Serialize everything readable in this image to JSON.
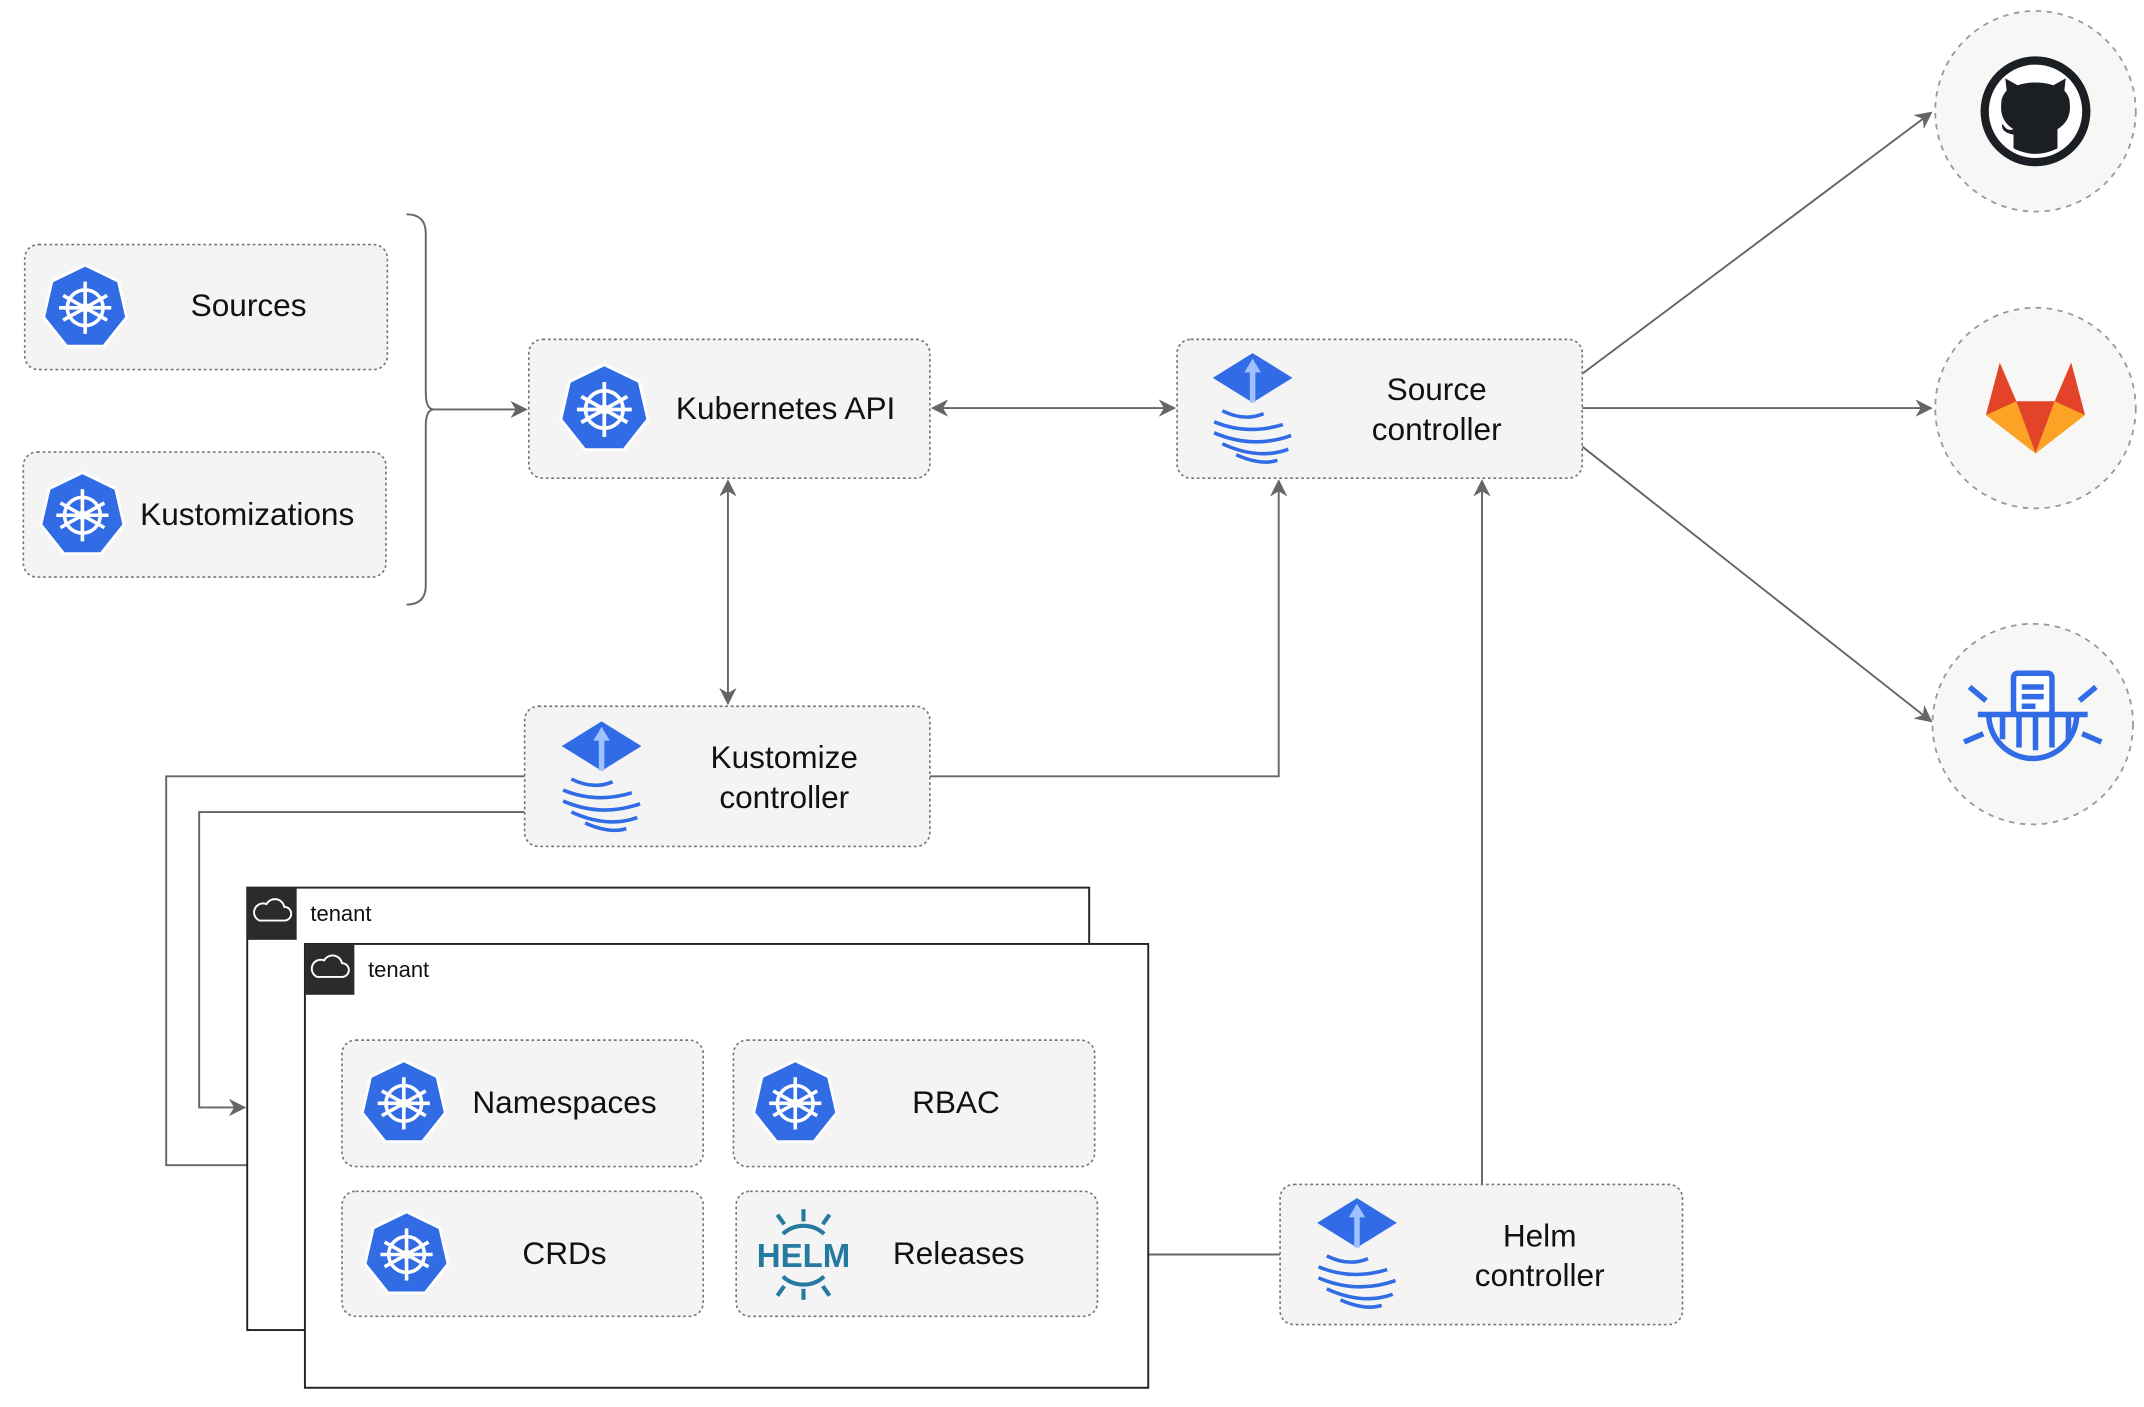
{
  "nodes": {
    "sources": "Sources",
    "kustomizations": "Kustomizations",
    "kubernetes_api": "Kubernetes API",
    "source_controller": [
      "Source",
      "controller"
    ],
    "kustomize_controller": [
      "Kustomize",
      "controller"
    ],
    "helm_controller": [
      "Helm",
      "controller"
    ],
    "namespaces": "Namespaces",
    "rbac": "RBAC",
    "crds": "CRDs",
    "releases": "Releases"
  },
  "tenants": [
    "tenant",
    "tenant"
  ],
  "helm_logo_text": "HELM",
  "colors": {
    "kubernetes_blue": "#326ce5",
    "flux_blue": "#316ce6",
    "helm_blue": "#277a9f",
    "gitlab_orange": "#e24329",
    "box_fill": "#f4f4f4",
    "line": "#666666"
  },
  "icons": [
    "kubernetes-icon",
    "flux-icon",
    "helm-icon",
    "github-icon",
    "gitlab-icon",
    "bucket-icon",
    "cloud-icon"
  ]
}
